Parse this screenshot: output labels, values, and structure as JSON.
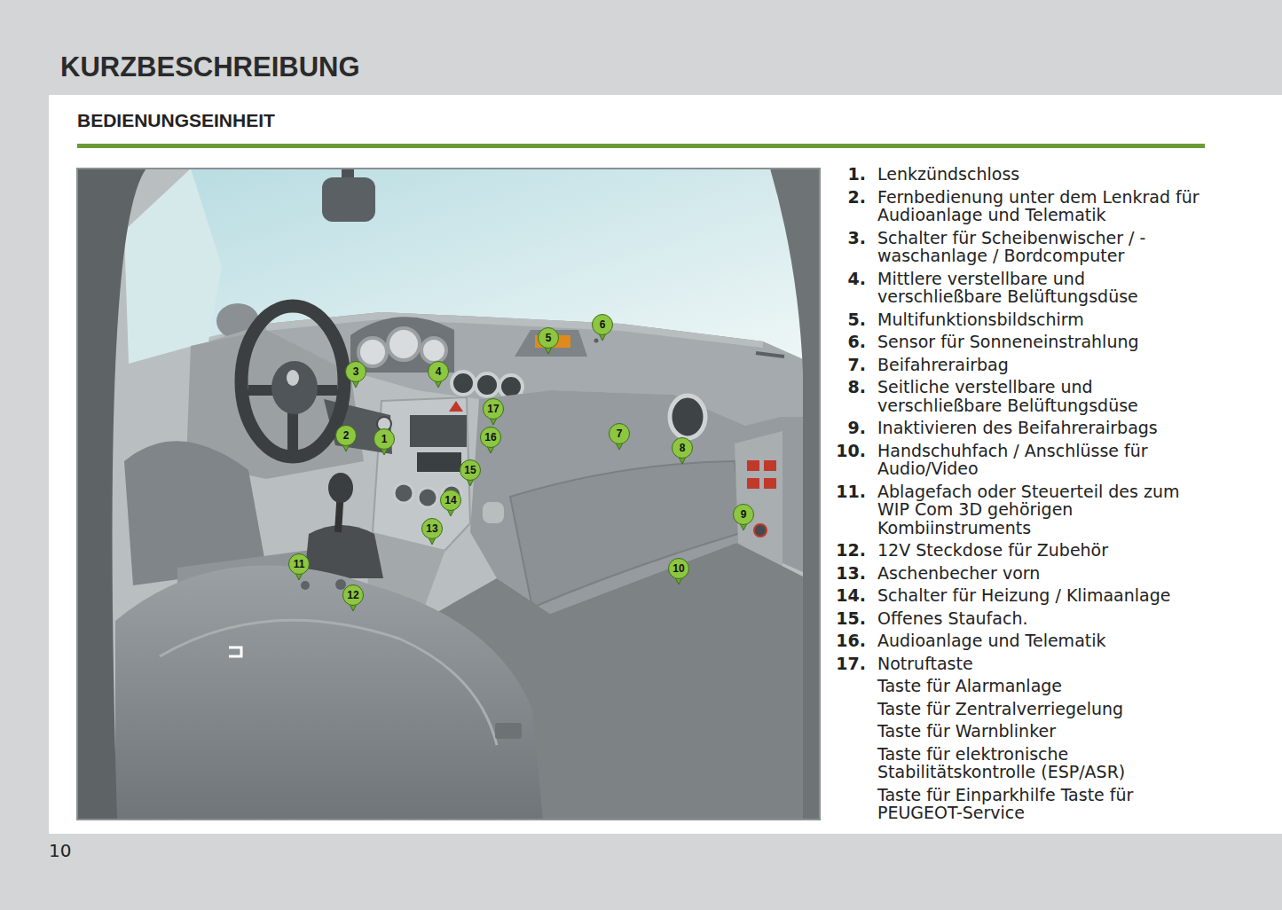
{
  "diagram": {
    "title": "KURZBESCHREIBUNG",
    "labels": [
      "BEDIENUNGSEINHEIT",
      "1",
      "2",
      "3",
      "4",
      "5",
      "6",
      "7",
      "8",
      "9",
      "10",
      "11",
      "12",
      "13",
      "14",
      "15",
      "16",
      "17",
      "1.",
      "Lenkzündschloss",
      "2.",
      "Fernbedienung unter dem Lenkrad für Audioanlage und Telematik",
      "3.",
      "Schalter für Scheibenwischer / - waschanlage / Bordcomputer",
      "4.",
      "Mittlere verstellbare und verschließbare Belüftungsdüse",
      "5.",
      "Multifunktionsbildschirm",
      "6.",
      "Sensor für Sonneneinstrahlung",
      "7.",
      "Beifahrerairbag",
      "8.",
      "Seitliche verstellbare und verschließbare Belüftungsdüse",
      "9.",
      "Inaktivieren des Beifahrerairbags",
      "10.",
      "Handschuhfach / Anschlüsse für Audio/Video",
      "11.",
      "Ablagefach oder Steuerteil des zum WIP Com 3D gehörigen Kombiinstruments",
      "12.",
      "12V Steckdose für Zubehör",
      "13.",
      "Aschenbecher vorn",
      "14.",
      "Schalter für Heizung / Klimaanlage",
      "15.",
      "Offenes Staufach.",
      "16.",
      "Audioanlage und Telematik",
      "17.",
      "Notruftaste",
      "Taste für Alarmanlage",
      "Taste für Zentralverriegelung",
      "Taste für Warnblinker",
      "Taste für elektronische Stabilitätskontrolle (ESP/ASR)",
      "Taste für Einparkhilfe Taste für PEUGEOT-Service",
      "10"
    ]
  }
}
